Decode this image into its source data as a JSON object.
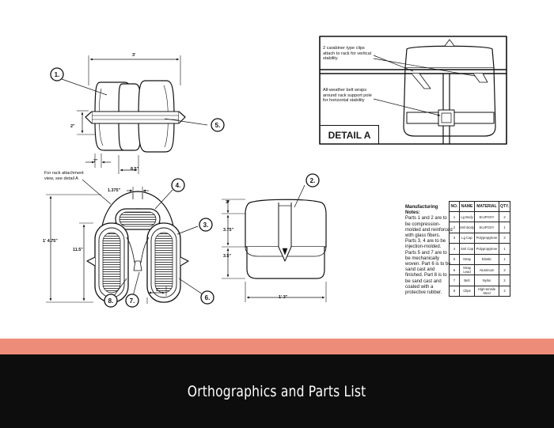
{
  "banner": {
    "title": "Orthographics and Parts List",
    "stripe_color": "#ee8c7a",
    "background_color": "#0d0d0d"
  },
  "detail": {
    "label": "DETAIL A",
    "callout_1": "2 carabiner type clips attach to rack for veritcal stability",
    "callout_2": "All-weather belt wraps around rack support pole for horizontal stability"
  },
  "rack_note": "For rack attachment view, see detail A",
  "part_markers": [
    "1.",
    "2.",
    "3.",
    "4.",
    "5.",
    "6.",
    "7.",
    "8."
  ],
  "dimensions": {
    "top_width": "3'",
    "top_height": "2\"",
    "top_gap": "7\"",
    "top_seg": "8.5\"",
    "front_neck": "1.375\"",
    "front_height": "1' 4.75\"",
    "front_pod": "11.5\"",
    "front_gap": "5\"",
    "side_top": "3\"",
    "side_mid": "3.75\"",
    "side_lower": "3.5\"",
    "side_width": "1' 3\""
  },
  "notes": {
    "title": "Manufacturing Notes:",
    "body": "Parts 1 and 2 are to be compression-molded and reinforced with glass fibers. Parts 3, 4 are to be injection-molded. Parts 5 and 7 are to be mechanically woven. Part 6 is to be sand cast and finished. Part 8 is to be sand cast and coated with a protective rubber."
  },
  "parts_table": {
    "headers": [
      "NO.",
      "NAME",
      "MATERIAL",
      "QTY."
    ],
    "rows": [
      [
        "1",
        "Lg Body",
        "EcoPOXY",
        "2"
      ],
      [
        "2",
        "Sml Body",
        "EcoPOXY",
        "1"
      ],
      [
        "3",
        "Lg Cap",
        "Polypropylene",
        "2"
      ],
      [
        "4",
        "Sml Cap",
        "Polypropylene",
        "1"
      ],
      [
        "5",
        "Strap",
        "Elastic",
        "1"
      ],
      [
        "6",
        "Strap Lead",
        "Aluminum",
        "2"
      ],
      [
        "7",
        "Belt",
        "Nylon",
        "2"
      ],
      [
        "8",
        "Clips",
        "High-tensile Steel",
        "2"
      ]
    ]
  }
}
